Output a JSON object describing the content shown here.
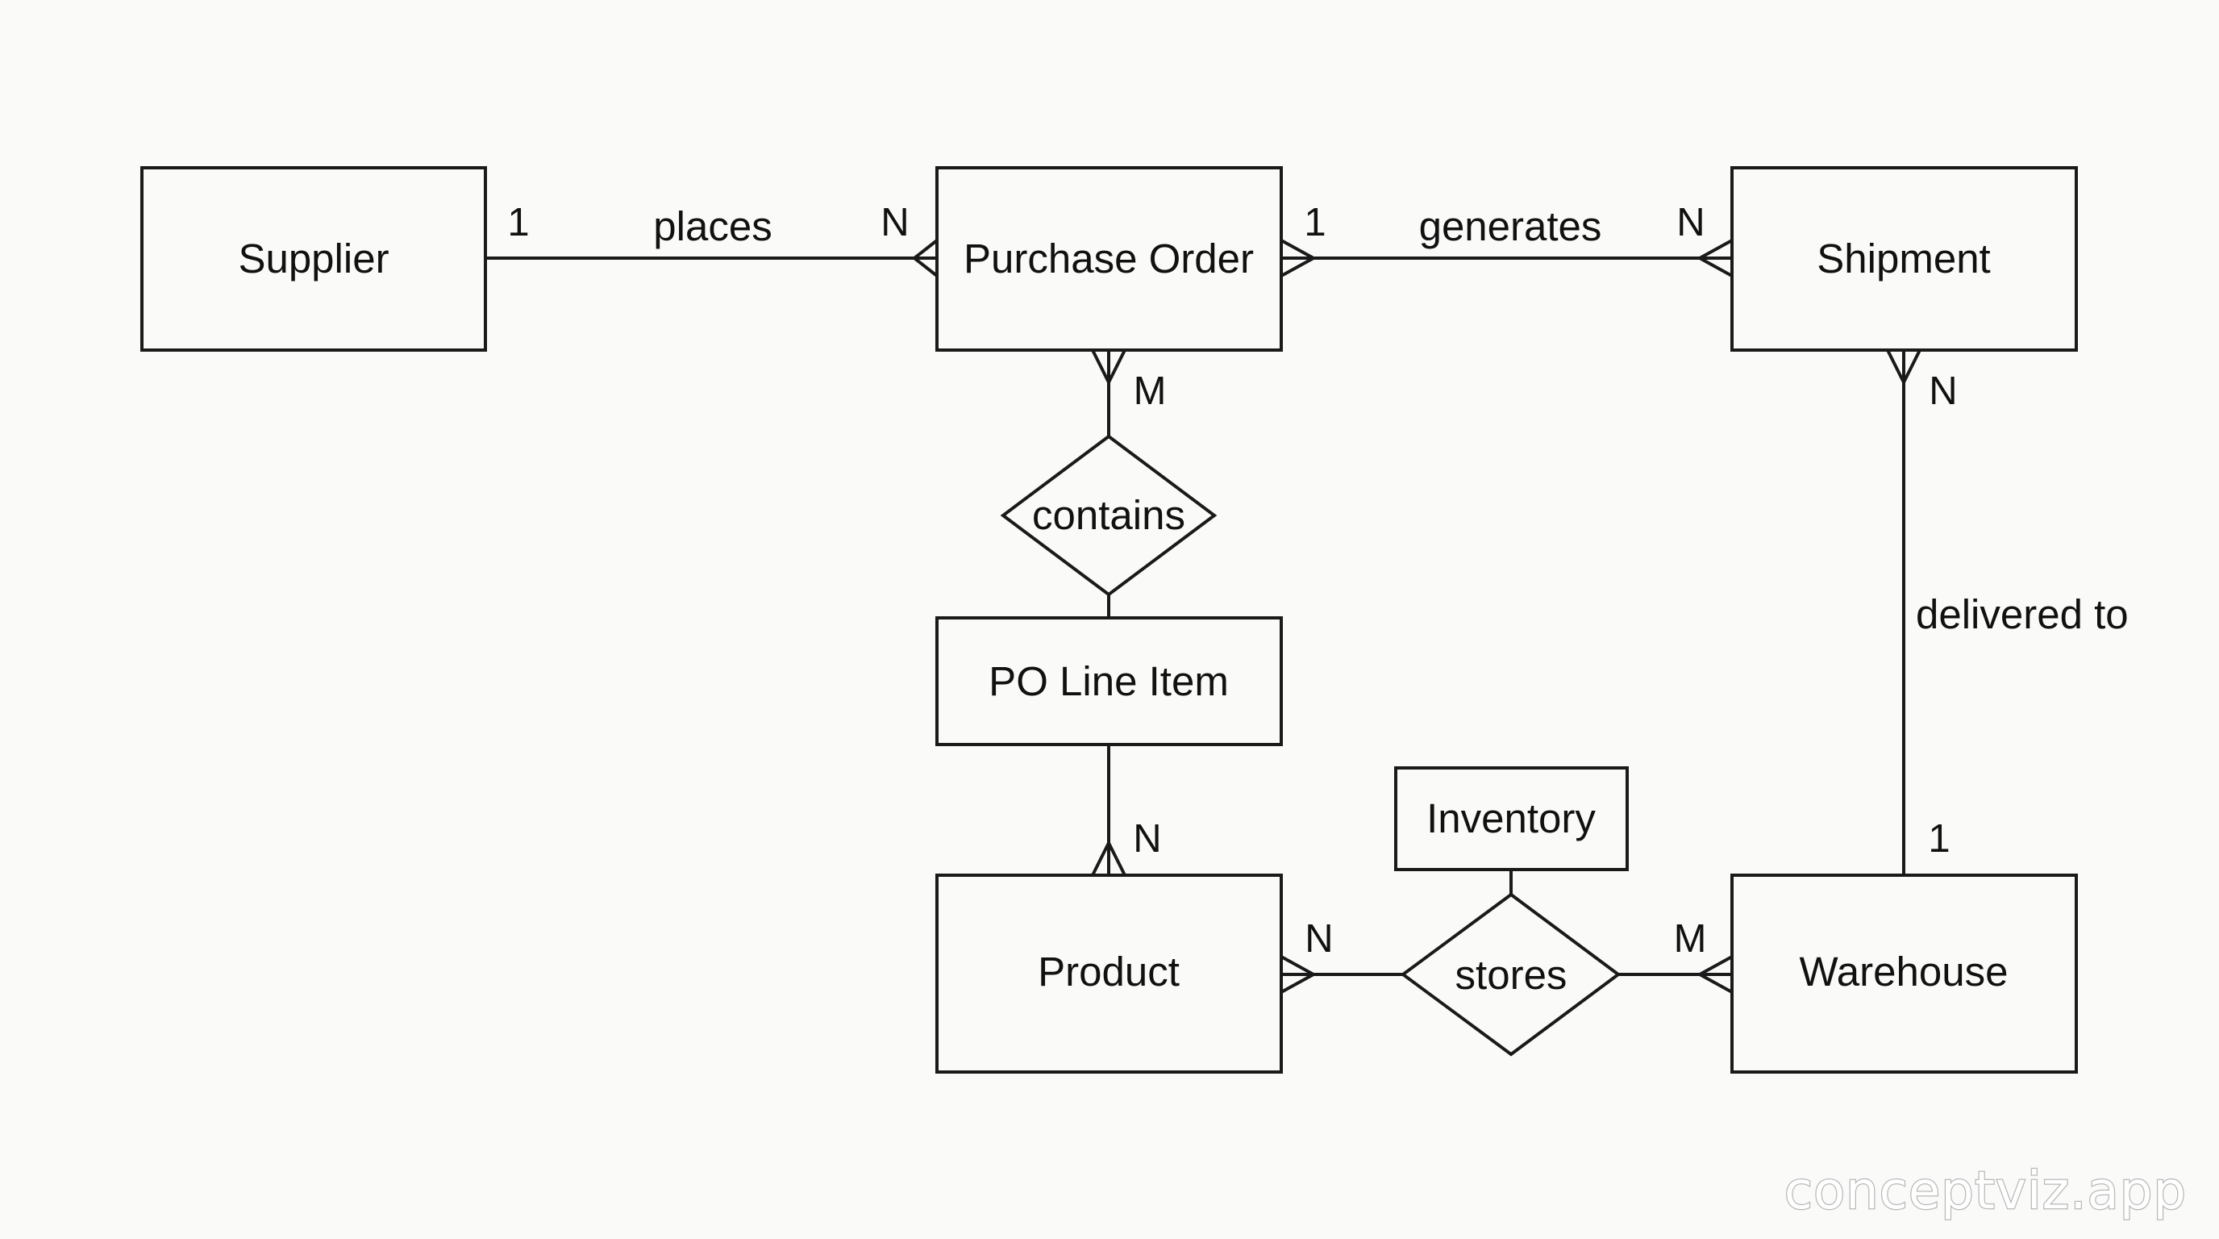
{
  "entities": {
    "supplier": "Supplier",
    "purchase_order": "Purchase Order",
    "shipment": "Shipment",
    "po_line_item": "PO Line Item",
    "product": "Product",
    "warehouse": "Warehouse",
    "inventory": "Inventory"
  },
  "relationships": {
    "places": "places",
    "generates": "generates",
    "contains": "contains",
    "stores": "stores",
    "delivered_to": "delivered to"
  },
  "cardinalities": {
    "supplier_places": "1",
    "places_purchase_order": "N",
    "purchase_order_generates": "1",
    "generates_shipment": "N",
    "purchase_order_contains": "M",
    "contains_product": "N",
    "product_stores": "N",
    "stores_warehouse": "M",
    "shipment_delivered": "N",
    "delivered_warehouse": "1"
  },
  "watermark": "conceptviz.app"
}
